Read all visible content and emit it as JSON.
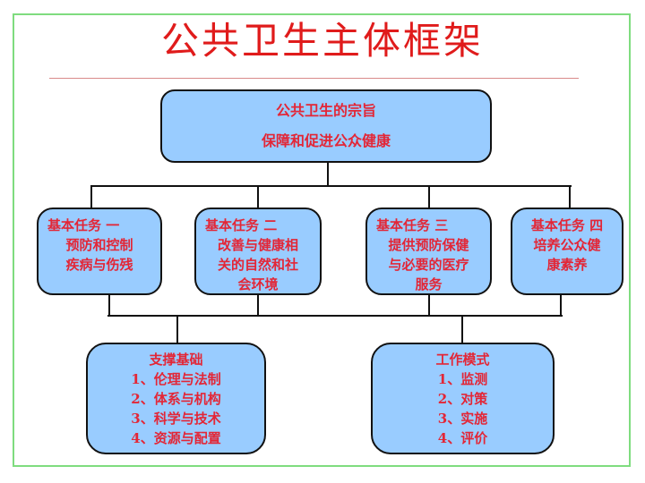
{
  "title": "公共卫生主体框架",
  "mission": {
    "heading": "公共卫生的宗旨",
    "text": "保障和促进公众健康"
  },
  "tasks": [
    {
      "heading": "基本任务 一",
      "lines": [
        "预防和控制",
        "疾病与伤残"
      ]
    },
    {
      "heading": "基本任务 二",
      "lines": [
        "改善与健康相",
        "关的自然和社",
        "会环境"
      ]
    },
    {
      "heading": "基本任务 三",
      "lines": [
        "提供预防保健",
        "与必要的医疗",
        "服务"
      ]
    },
    {
      "heading": "基本任务 四",
      "lines": [
        "培养公众健",
        "康素养"
      ]
    }
  ],
  "foundations": {
    "support": {
      "heading": "支撑基础",
      "items": [
        "1、伦理与法制",
        "2、体系与机构",
        "3、科学与技术",
        "4、资源与配置"
      ]
    },
    "work_mode": {
      "heading": "工作模式",
      "items": [
        "1、监测",
        "2、对策",
        "3、实施",
        "4、评价"
      ]
    }
  },
  "colors": {
    "title_red": "#e01b1b",
    "box_text_red": "#e32636",
    "box_fill": "#99ccff",
    "frame_green": "#7fdc7f"
  }
}
